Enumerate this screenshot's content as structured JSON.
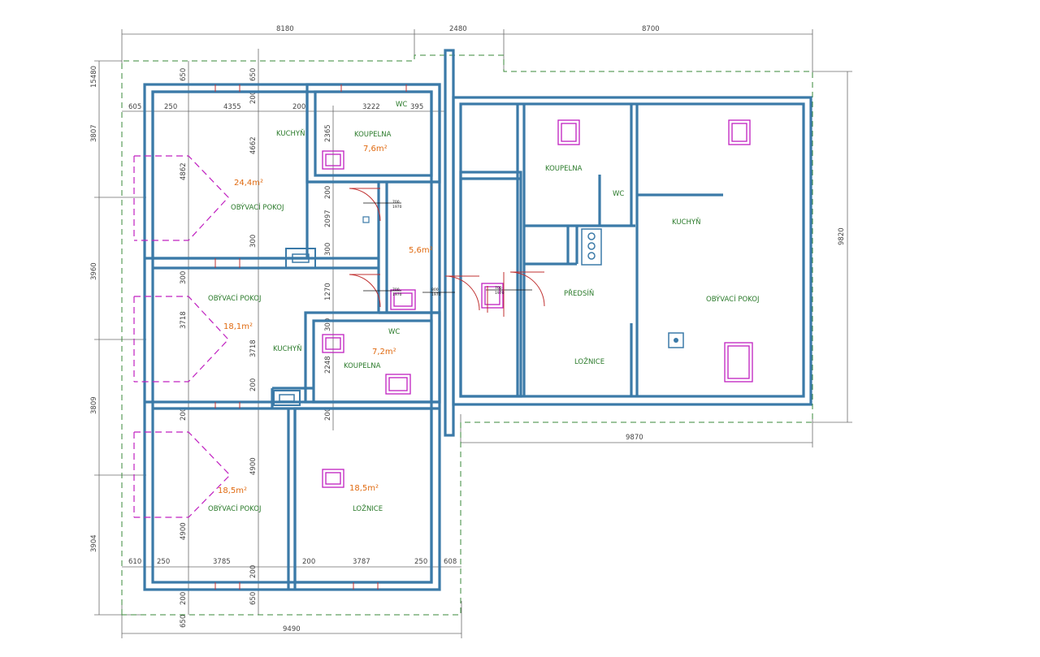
{
  "rooms": {
    "r1_kitchen": "KUCHYŇ",
    "r1_bath": "KOUPELNA",
    "r1_wc": "WC",
    "r1_living": "OBÝVACÍ POKOJ",
    "r2_living": "OBÝVACÍ POKOJ",
    "r2_kitchen": "KUCHYŇ",
    "r2_bath": "KOUPELNA",
    "r2_wc": "WC",
    "r3_living": "OBÝVACÍ POKOJ",
    "r3_bedroom": "LOŽNICE",
    "r4_bath": "KOUPELNA",
    "r4_wc": "WC",
    "r4_kitchen": "KUCHYŇ",
    "r4_hall": "PŘEDSÍŇ",
    "r4_living": "OBÝVACÍ POKOJ",
    "r4_bedroom": "LOŽNICE"
  },
  "areas": {
    "a1_living": "24,4m²",
    "a1_bath": "7,6m²",
    "a_hall": "5,6m²",
    "a2_living": "18,1m²",
    "a2_bath": "7,2m²",
    "a3_living": "18,5m²",
    "a3_bedroom": "18,5m²"
  },
  "dimensions": {
    "top_left": "8180",
    "top_mid": "2480",
    "top_right": "8700",
    "left_total": "15480",
    "left_1": "3807",
    "left_2": "3960",
    "left_3": "3809",
    "left_4": "3904",
    "right_height": "9820",
    "right_bottom": "9870",
    "bottom_total": "9490",
    "row1_a": "605",
    "row1_b": "250",
    "row1_c": "4355",
    "row1_d": "200",
    "row1_e": "3222",
    "row1_f": "395",
    "top_650": "650",
    "top_650b": "650",
    "v_200a": "200",
    "v_4662": "4662",
    "v_4862": "4862",
    "v_300a": "300",
    "v_2365": "2365",
    "v_200b": "200",
    "v_2097": "2097",
    "v_300b": "300",
    "v_1270": "1270",
    "v_300c": "300",
    "v_3718a": "3718",
    "v_3718b": "3718",
    "v_300d": "300",
    "v_2248": "2248",
    "v_200c": "200",
    "v_200d": "200",
    "v_200e": "200",
    "v_4900a": "4900",
    "v_4900b": "4900",
    "bot_610": "610",
    "bot_250": "250",
    "bot_3785": "3785",
    "bot_200": "200",
    "bot_3787": "3787",
    "bot_250b": "250",
    "bot_608": "608",
    "bot_v200": "200",
    "bot_v200b": "200",
    "bot_v650": "650",
    "bot_v650b": "650"
  },
  "door_tags": {
    "d1": "700",
    "d1b": "1970",
    "d2": "700",
    "d2b": "1970",
    "d3": "800",
    "d3b": "1970",
    "d4": "700",
    "d4b": "1970"
  }
}
